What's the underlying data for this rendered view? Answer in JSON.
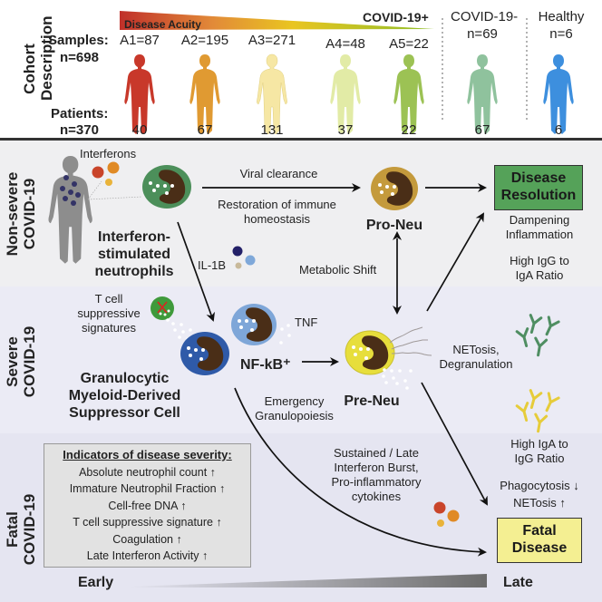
{
  "cohort": {
    "section_label": "Cohort Description",
    "acuity_label": "Disease Acuity",
    "covid_pos_label": "COVID-19+",
    "samples_label": "Samples:",
    "samples_total": "n=698",
    "patients_label": "Patients:",
    "patients_total": "n=370",
    "groups": [
      {
        "label": "A1=87",
        "patients": "40",
        "color": "#c8382a"
      },
      {
        "label": "A2=195",
        "patients": "67",
        "color": "#e09a32"
      },
      {
        "label": "A3=271",
        "patients": "131",
        "color": "#f6e7a4"
      },
      {
        "label": "A4=48",
        "patients": "37",
        "color": "#e2eba6"
      },
      {
        "label": "A5=22",
        "patients": "22",
        "color": "#9cc254"
      },
      {
        "label_line1": "COVID-19-",
        "label": "n=69",
        "patients": "67",
        "color": "#8fc29d"
      },
      {
        "label_line1": "Healthy",
        "label": "n=6",
        "patients": "6",
        "color": "#3d8fde"
      }
    ]
  },
  "nonsevere": {
    "section_label_1": "Non-severe",
    "section_label_2": "COVID-19",
    "interferons": "Interferons",
    "isn_line1": "Interferon-",
    "isn_line2": "stimulated",
    "isn_line3": "neutrophils",
    "viral_clearance": "Viral clearance",
    "restoration_1": "Restoration of immune",
    "restoration_2": "homeostasis",
    "pro_neu": "Pro-Neu",
    "il1b": "IL-1B",
    "metabolic_shift": "Metabolic Shift",
    "resolution_1": "Disease",
    "resolution_2": "Resolution",
    "dampening_1": "Dampening",
    "dampening_2": "Inflammation",
    "igg_1": "High IgG to",
    "igg_2": "IgA Ratio",
    "colors": {
      "resolution_box": "#55a259",
      "isn_cell": "#4c8f5a",
      "pro_neu_cell": "#c49a3c"
    }
  },
  "severe": {
    "section_label_1": "Severe",
    "section_label_2": "COVID-19",
    "tcell_1": "T cell",
    "tcell_2": "suppressive",
    "tcell_3": "signatures",
    "tnf": "TNF",
    "nfkb": "NF-kB⁺",
    "gmdsc_1": "Granulocytic",
    "gmdsc_2": "Myeloid-Derived",
    "gmdsc_3": "Suppressor Cell",
    "emergency_1": "Emergency",
    "emergency_2": "Granulopoiesis",
    "pre_neu": "Pre-Neu",
    "netosis_1": "NETosis,",
    "netosis_2": "Degranulation",
    "colors": {
      "gmdsc_cell": "#2f5aa8",
      "nfkb_cell": "#7ea6d8",
      "pre_neu_cell": "#e7de3c",
      "igg_antibody": "#4f8e62",
      "iga_antibody": "#e6cc3a"
    }
  },
  "fatal": {
    "section_label_1": "Fatal",
    "section_label_2": "COVID-19",
    "indicators_title": "Indicators of disease severity:",
    "indicators": [
      "Absolute neutrophil count ↑",
      "Immature Neutrophil Fraction ↑",
      "Cell-free DNA ↑",
      "T cell suppressive signature ↑",
      "Coagulation ↑",
      "Late Interferon Activity ↑"
    ],
    "sustained_1": "Sustained / Late",
    "sustained_2": "Interferon Burst,",
    "sustained_3": "Pro-inflammatory",
    "sustained_4": "cytokines",
    "iga_1": "High IgA to",
    "iga_2": "IgG Ratio",
    "phago": "Phagocytosis ↓",
    "netosis": "NETosis ↑",
    "fatal_1": "Fatal",
    "fatal_2": "Disease",
    "early": "Early",
    "late": "Late",
    "colors": {
      "fatal_box": "#f4ef92"
    }
  }
}
